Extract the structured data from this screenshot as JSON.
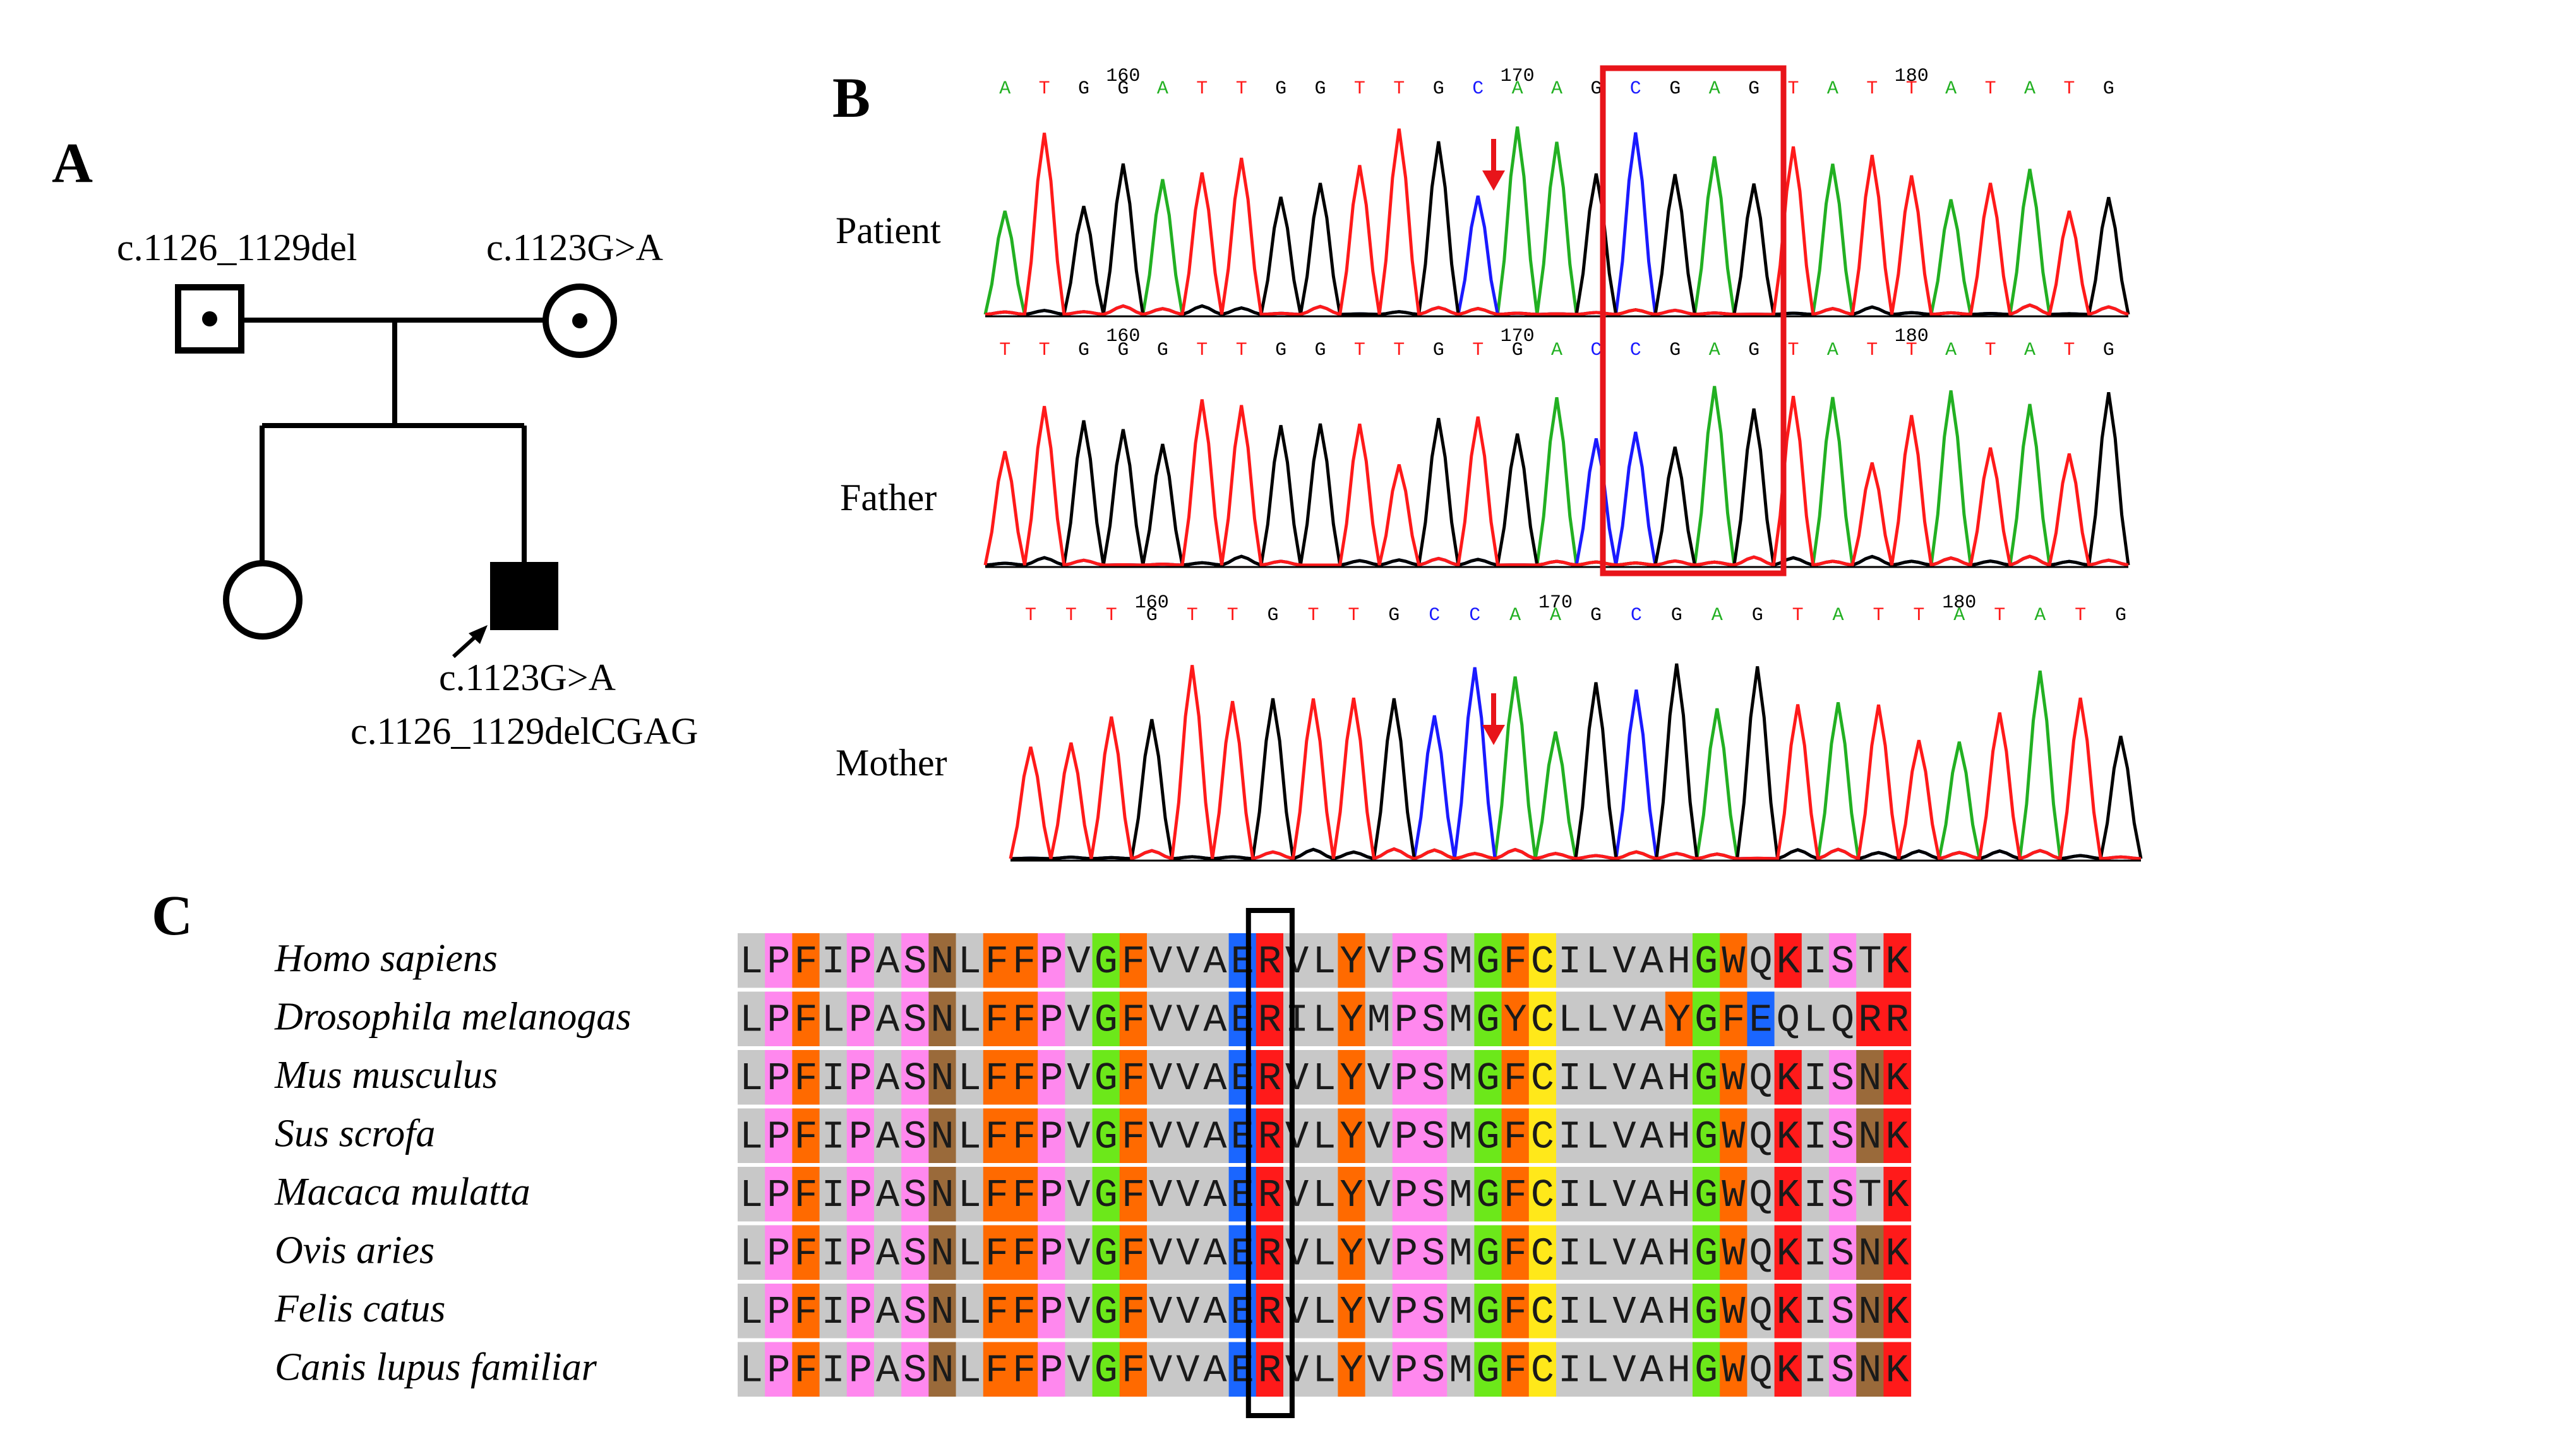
{
  "panels": {
    "a": "A",
    "b": "B",
    "c": "C"
  },
  "pedigree": {
    "father_label": "c.1126_1129del",
    "mother_label": "c.1123G>A",
    "proband_label_1": "c.1123G>A",
    "proband_label_2": "c.1126_1129delCGAG"
  },
  "chromatograms": [
    {
      "name": "Patient",
      "sequence": "ATGGATTGGTTGCAAGCGAGTATTATATG",
      "positions": [
        "160",
        "170",
        "180"
      ],
      "arrow": true
    },
    {
      "name": "Father",
      "sequence": "TTGGGTTGGTTGTGACCGAGTATTATATG",
      "positions": [
        "160",
        "170",
        "180"
      ],
      "arrow": false
    },
    {
      "name": "Mother",
      "sequence": "TTTGTTGTTGCCAAGCGAGTATTATATG",
      "positions": [
        "160",
        "170",
        "180"
      ],
      "arrow": true
    }
  ],
  "colors": {
    "A": "#22b022",
    "C": "#1a1aff",
    "G": "#000000",
    "T": "#ff1a1a",
    "highlight": "#e8141a"
  },
  "alignment": {
    "species": [
      "Homo sapiens",
      "Drosophila melanogas",
      "Mus musculus",
      "Sus scrofa",
      "Macaca mulatta",
      "Ovis aries",
      "Felis catus",
      "Canis lupus familiar"
    ],
    "sequences": [
      "LPFIPASNLFFPVGFVVAERVLYVPSMGFCILVAHGWQKISTK",
      "LPFLPASNLFFPVGFVVAERILYMPSMGYCLLVAYGFEQLQRR",
      "LPFIPASNLFFPVGFVVAERVLYVPSMGFCILVAHGWQKISNK",
      "LPFIPASNLFFPVGFVVAERVLYVPSMGFCILVAHGWQKISNK",
      "LPFIPASNLFFPVGFVVAERVLYVPSMGFCILVAHGWQKISTK",
      "LPFIPASNLFFPVGFVVAERVLYVPSMGFCILVAHGWQKISNK",
      "LPFIPASNLFFPVGFVVAERVLYVPSMGFCILVAHGWQKISNK",
      "LPFIPASNLFFPVGFVVAERVLYVPSMGFCILVAHGWQKISNK"
    ],
    "highlight_column": 19
  }
}
